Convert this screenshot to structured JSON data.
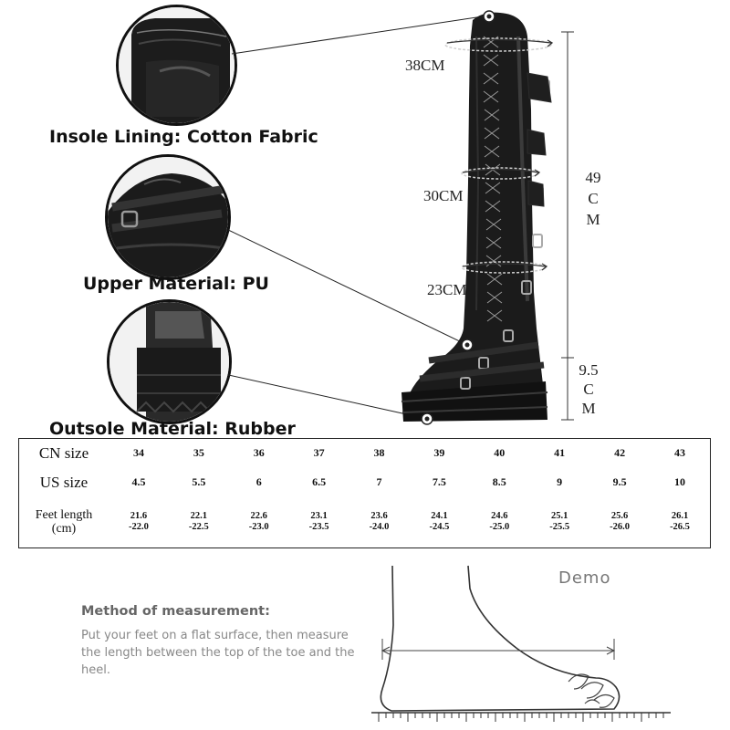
{
  "features": [
    {
      "label": "Insole Lining: Cotton Fabric",
      "icon": "boot-insole-closeup"
    },
    {
      "label": "Upper Material: PU",
      "icon": "boot-upper-closeup"
    },
    {
      "label": "Outsole Material: Rubber",
      "icon": "boot-outsole-closeup"
    }
  ],
  "measurements": {
    "top_circumference": "38CM",
    "middle_circumference": "30CM",
    "lower_circumference": "23CM",
    "shaft_height": [
      "49",
      "C",
      "M"
    ],
    "heel_height": [
      "9.5",
      "C",
      "M"
    ]
  },
  "size_table": {
    "headers": {
      "cn": "CN size",
      "us": "US size",
      "feet_line1": "Feet length",
      "feet_line2": "(cm)"
    },
    "cn_sizes": [
      "34",
      "35",
      "36",
      "37",
      "38",
      "39",
      "40",
      "41",
      "42",
      "43"
    ],
    "us_sizes": [
      "4.5",
      "5.5",
      "6",
      "6.5",
      "7",
      "7.5",
      "8.5",
      "9",
      "9.5",
      "10"
    ],
    "feet_length": [
      [
        "21.6",
        "-22.0"
      ],
      [
        "22.1",
        "-22.5"
      ],
      [
        "22.6",
        "-23.0"
      ],
      [
        "23.1",
        "-23.5"
      ],
      [
        "23.6",
        "-24.0"
      ],
      [
        "24.1",
        "-24.5"
      ],
      [
        "24.6",
        "-25.0"
      ],
      [
        "25.1",
        "-25.5"
      ],
      [
        "25.6",
        "-26.0"
      ],
      [
        "26.1",
        "-26.5"
      ]
    ]
  },
  "method": {
    "title": "Method of measurement:",
    "text": "Put your feet on a flat surface,  then measure the length between the top of the toe and the heel."
  },
  "demo_label": "Demo",
  "colors": {
    "boot": "#1b1b1b",
    "line": "#222222",
    "text_gray": "#888888"
  }
}
